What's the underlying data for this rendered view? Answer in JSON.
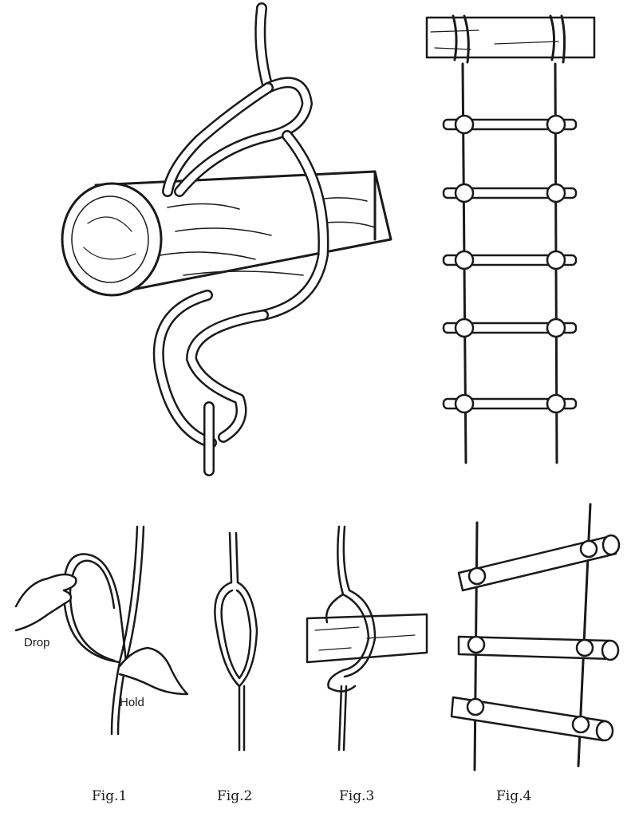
{
  "labels": {
    "drop": "Drop",
    "hold": "Hold"
  },
  "captions": {
    "fig1": "Fig.1",
    "fig2": "Fig.2",
    "fig3": "Fig.3",
    "fig4": "Fig.4"
  },
  "colors": {
    "ink": "#1a1a1a",
    "paper": "#ffffff"
  }
}
